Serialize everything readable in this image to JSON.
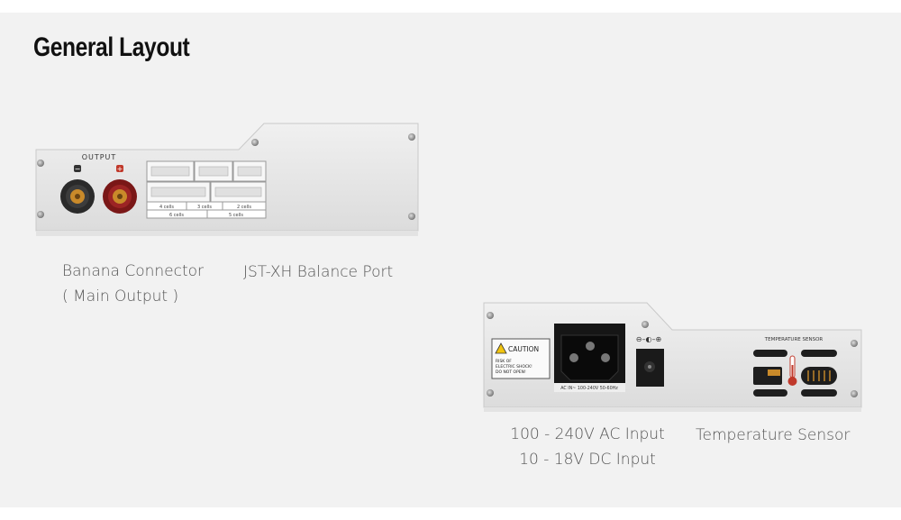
{
  "page_title": "General Layout",
  "front_panel": {
    "output_label": "OUTPUT",
    "negative_symbol": "−",
    "positive_symbol": "+",
    "cell_labels": [
      "4 cells",
      "3 cells",
      "2 cells",
      "6 cells",
      "5 cells"
    ]
  },
  "back_panel": {
    "caution_title": "CAUTION",
    "caution_line1": "RISK OF",
    "caution_line2": "ELECTRIC SHOCK!",
    "caution_line3": "DO NOT OPEN!",
    "ac_rating": "AC IN~   100-240V 50-60Hz",
    "temp_sensor_label": "TEMPERATURE SENSOR"
  },
  "captions": {
    "banana_line1": "Banana Connector",
    "banana_line2": "( Main Output )",
    "jst": "JST-XH Balance Port",
    "ac_line1": "100 - 240V AC Input",
    "ac_line2": "10 - 18V DC Input",
    "temp": "Temperature Sensor"
  },
  "colors": {
    "panel": "#e6e6e6",
    "banana_negative": "#2a2a2a",
    "banana_positive": "#8a1c1c",
    "connector_accent": "#c98a2a"
  }
}
